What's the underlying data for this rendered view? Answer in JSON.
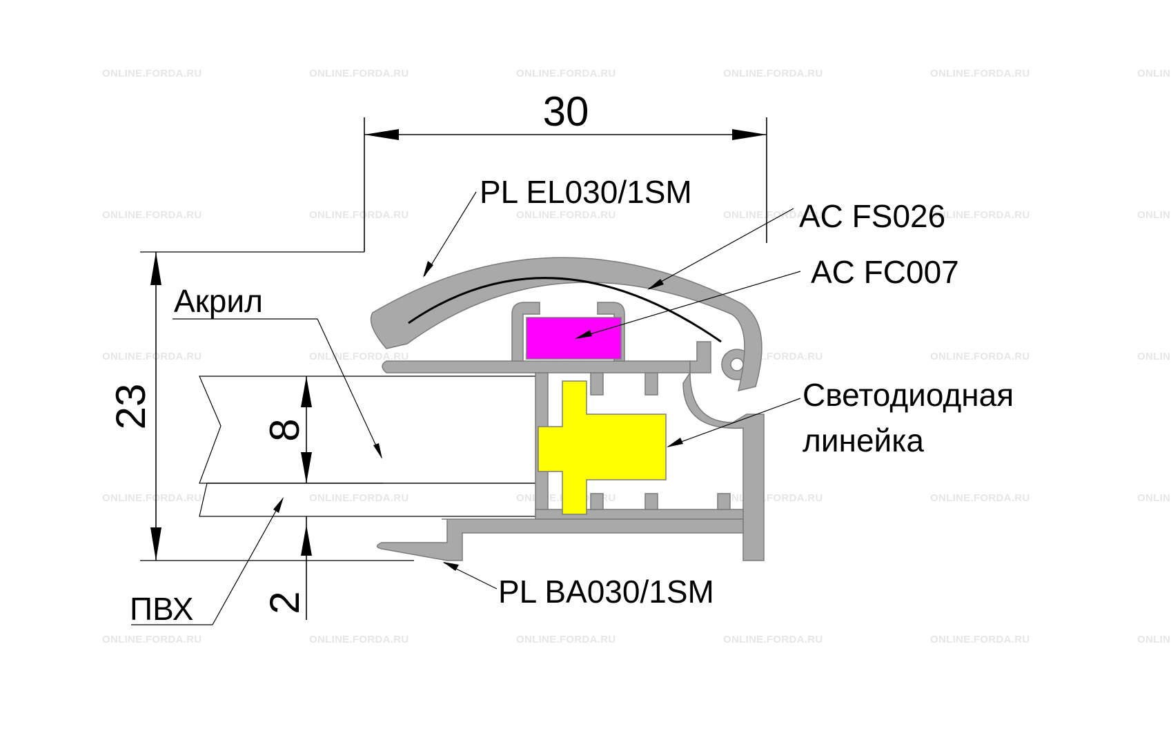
{
  "watermark": "ONLINE.FORDA.RU",
  "dimensions": {
    "width": "30",
    "height": "23",
    "acrylic_thickness": "8",
    "base_offset": "2"
  },
  "labels": {
    "frame_top": "PL EL030/1SM",
    "spring": "AC FS026",
    "clip": "AC FC007",
    "acrylic": "Акрил",
    "led_line_1": "Светодиодная",
    "led_line_2": "линейка",
    "frame_base": "PL BA030/1SM",
    "pvc": "ПВХ"
  },
  "colors": {
    "aluminium": "#a9a9a9",
    "led": "#ffff00",
    "clip": "#ff00ff",
    "watermark": "#e6e6e6"
  }
}
